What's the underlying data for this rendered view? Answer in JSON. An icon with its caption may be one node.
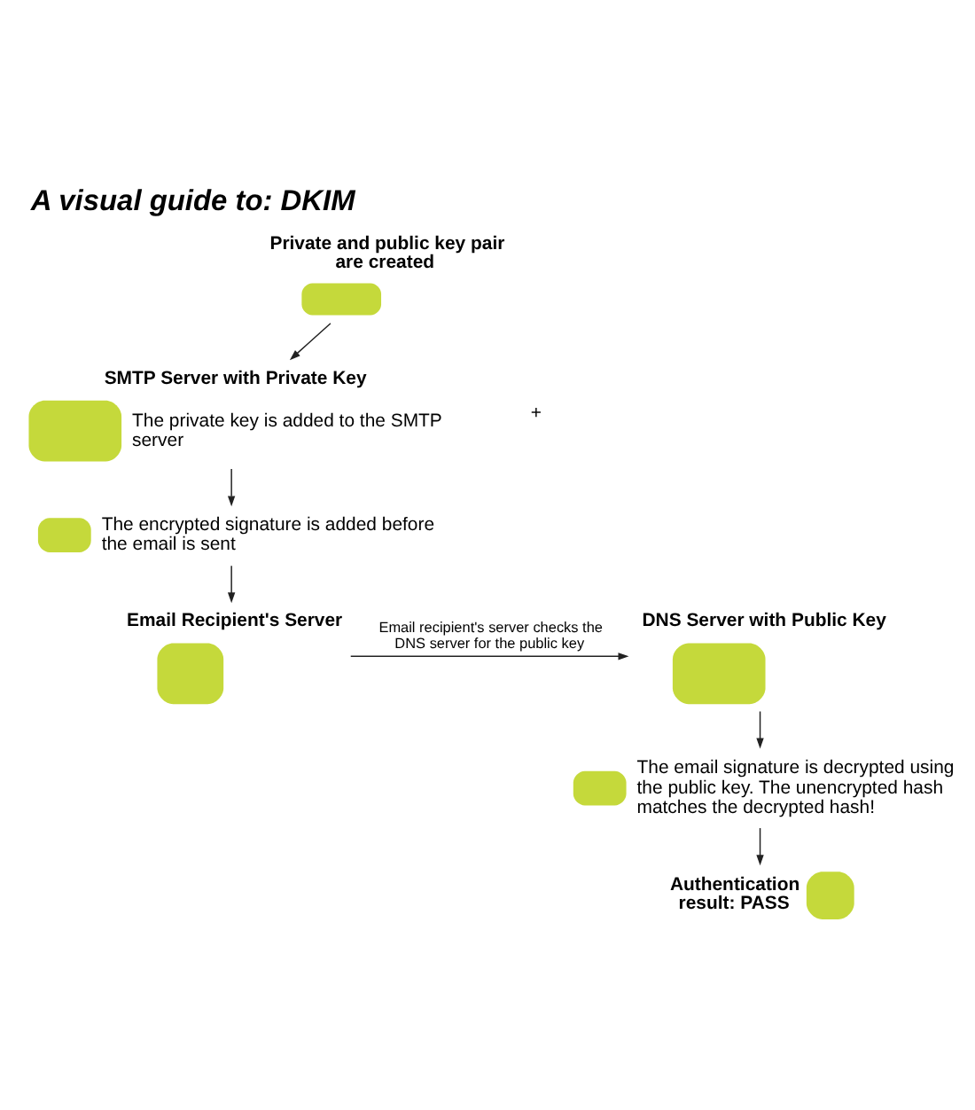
{
  "diagram": {
    "title": "A visual guide to: DKIM",
    "nodes": [
      {
        "text": [
          "Private and public key pair are created"
        ]
      },
      {
        "text": [
          "SMTP Server with Private Key"
        ],
        "beside": [
          "The private key is added to the SMTP server"
        ]
      },
      {
        "text": [],
        "shape": "envelope",
        "beside": [
          "The encrypted signature is added before the email is sent"
        ]
      },
      {
        "text": [
          "Email Recipient's Server"
        ]
      },
      {
        "text": [
          "DNS Server with Public Key"
        ]
      },
      {
        "text": [],
        "shape": "envelope",
        "beside": [
          "The email signature is decrypted using the public key. The unencrypted hash matches the decrypted hash!"
        ]
      },
      {
        "text": [
          "Authentication result: PASS"
        ]
      }
    ],
    "edges": [
      {
        "from": 0,
        "to": 1,
        "arrow": "to"
      },
      {
        "from": 1,
        "to": 2,
        "arrow": "to"
      },
      {
        "from": 2,
        "to": 3,
        "arrow": "to"
      },
      {
        "from": 3,
        "to": 4,
        "arrow": "to",
        "label": "Email recipient's server checks the DNS server for the public key"
      },
      {
        "from": 4,
        "to": 5,
        "arrow": "to"
      },
      {
        "from": 5,
        "to": 6,
        "arrow": "to"
      }
    ],
    "labels": [
      "+"
    ]
  }
}
